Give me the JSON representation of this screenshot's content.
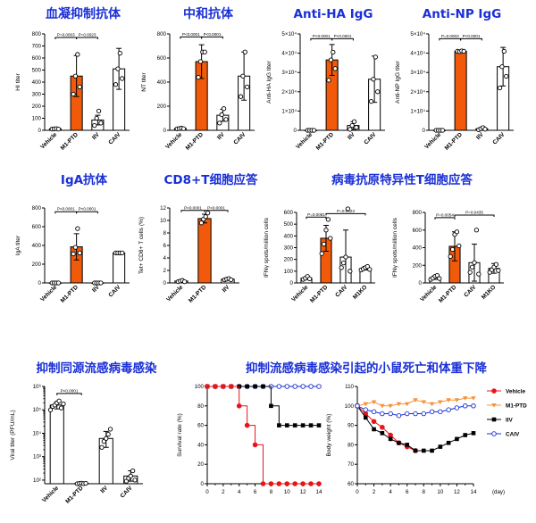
{
  "headings": {
    "hi": "血凝抑制抗体",
    "nt": "中和抗体",
    "ha": "Anti-HA IgG",
    "np": "Anti-NP IgG",
    "iga": "IgA抗体",
    "cd8": "CD8+T细胞应答",
    "tcell": "病毒抗原特异性T细胞应答",
    "titer": "抑制同源流感病毒感染",
    "surv": "抑制流感病毒感染引起的小鼠死亡和体重下降"
  },
  "colors": {
    "orange": "#f05a0a",
    "red": "#e8141b",
    "orange_tri": "#f7923a",
    "black": "#000000",
    "blue": "#1a2fd6"
  },
  "chart_data": [
    {
      "id": "hi",
      "type": "bar",
      "categories": [
        "Vehicle",
        "M1-PTD",
        "IIV",
        "CAIV"
      ],
      "values": [
        12,
        450,
        85,
        510
      ],
      "errors": [
        2,
        170,
        40,
        170
      ],
      "points": [
        [
          10,
          12,
          14,
          10
        ],
        [
          300,
          450,
          630,
          360
        ],
        [
          40,
          100,
          160,
          60
        ],
        [
          380,
          510,
          640,
          430
        ]
      ],
      "fills": [
        "#ffffff",
        "#f05a0a",
        "#ffffff",
        "#ffffff"
      ],
      "ylabel": "HI titer",
      "yticks": [
        {
          "v": 0,
          "t": "0"
        },
        {
          "v": 100,
          "t": "100"
        },
        {
          "v": 200,
          "t": "200"
        },
        {
          "v": 300,
          "t": "300"
        },
        {
          "v": 400,
          "t": "400"
        },
        {
          "v": 500,
          "t": "500"
        },
        {
          "v": 600,
          "t": "600"
        },
        {
          "v": 700,
          "t": "700"
        },
        {
          "v": 800,
          "t": "800"
        }
      ],
      "ylim": [
        0,
        800
      ],
      "sig": [
        {
          "a": 0,
          "b": 1,
          "y": 770,
          "t": "P=0.0003"
        },
        {
          "a": 1,
          "b": 2,
          "y": 770,
          "t": "P=0.0023"
        }
      ]
    },
    {
      "id": "nt",
      "type": "bar",
      "categories": [
        "Vehicle",
        "M1-PTD",
        "IIV",
        "CAIV"
      ],
      "values": [
        15,
        570,
        125,
        450
      ],
      "errors": [
        3,
        140,
        50,
        200
      ],
      "points": [
        [
          12,
          15,
          18,
          14
        ],
        [
          440,
          570,
          650,
          650
        ],
        [
          60,
          130,
          180,
          90
        ],
        [
          280,
          450,
          650,
          360
        ]
      ],
      "fills": [
        "#ffffff",
        "#f05a0a",
        "#ffffff",
        "#ffffff"
      ],
      "ylabel": "NT titer",
      "yticks": [
        {
          "v": 0,
          "t": "0"
        },
        {
          "v": 200,
          "t": "200"
        },
        {
          "v": 400,
          "t": "400"
        },
        {
          "v": 600,
          "t": "600"
        },
        {
          "v": 800,
          "t": "800"
        }
      ],
      "ylim": [
        0,
        800
      ],
      "sig": [
        {
          "a": 0,
          "b": 1,
          "y": 775,
          "t": "P<0.0001"
        },
        {
          "a": 1,
          "b": 2,
          "y": 775,
          "t": "P<0.0001"
        }
      ]
    },
    {
      "id": "ha",
      "type": "bar",
      "categories": [
        "Vehicle",
        "M1-PTD",
        "IIV",
        "CAIV"
      ],
      "values": [
        0,
        36500,
        2500,
        26500
      ],
      "errors": [
        0,
        8000,
        2000,
        12000
      ],
      "points": [
        [
          0,
          0,
          0,
          0
        ],
        [
          26000,
          36500,
          40500,
          32000
        ],
        [
          500,
          2500,
          4500,
          1500
        ],
        [
          15000,
          26500,
          38000,
          20000
        ]
      ],
      "fills": [
        "#ffffff",
        "#f05a0a",
        "#ffffff",
        "#ffffff"
      ],
      "ylabel": "Anti-HA IgG titer",
      "yticks": [
        {
          "v": 0,
          "t": "0"
        },
        {
          "v": 10000,
          "t": "1×10⁴"
        },
        {
          "v": 20000,
          "t": "2×10⁴"
        },
        {
          "v": 30000,
          "t": "3×10⁴"
        },
        {
          "v": 40000,
          "t": "4×10⁴"
        },
        {
          "v": 50000,
          "t": "5×10⁴"
        }
      ],
      "ylim": [
        0,
        50000
      ],
      "sig": [
        {
          "a": 0,
          "b": 1,
          "y": 47500,
          "t": "P<0.0001"
        },
        {
          "a": 1,
          "b": 2,
          "y": 47500,
          "t": "P<0.0001"
        }
      ]
    },
    {
      "id": "np",
      "type": "bar",
      "categories": [
        "Vehicle",
        "M1-PTD",
        "IIV",
        "CAIV"
      ],
      "values": [
        0,
        41000,
        800,
        33000
      ],
      "errors": [
        0,
        400,
        600,
        10000
      ],
      "points": [
        [
          0,
          0,
          0,
          0
        ],
        [
          41000,
          40800,
          41200,
          41000
        ],
        [
          300,
          800,
          1400,
          600
        ],
        [
          22000,
          33000,
          41000,
          28000
        ]
      ],
      "fills": [
        "#ffffff",
        "#f05a0a",
        "#ffffff",
        "#ffffff"
      ],
      "ylabel": "Anti-NP IgG titer",
      "yticks": [
        {
          "v": 0,
          "t": "0"
        },
        {
          "v": 10000,
          "t": "1×10⁴"
        },
        {
          "v": 20000,
          "t": "2×10⁴"
        },
        {
          "v": 30000,
          "t": "3×10⁴"
        },
        {
          "v": 40000,
          "t": "4×10⁴"
        },
        {
          "v": 50000,
          "t": "5×10⁴"
        }
      ],
      "ylim": [
        0,
        50000
      ],
      "sig": [
        {
          "a": 0,
          "b": 1,
          "y": 47500,
          "t": "P=0.0003"
        },
        {
          "a": 1,
          "b": 2,
          "y": 47500,
          "t": "P<0.0001"
        }
      ]
    },
    {
      "id": "iga",
      "type": "bar",
      "categories": [
        "Vehicle",
        "M1-PTD",
        "IIV",
        "CAIV"
      ],
      "values": [
        0,
        385,
        0,
        320
      ],
      "errors": [
        0,
        140,
        0,
        3
      ],
      "points": [
        [
          0,
          0,
          0,
          0
        ],
        [
          310,
          380,
          580,
          320
        ],
        [
          0,
          0,
          0,
          0
        ],
        [
          320,
          320,
          320,
          320
        ]
      ],
      "fills": [
        "#ffffff",
        "#f05a0a",
        "#ffffff",
        "#ffffff"
      ],
      "ylabel": "IgA titer",
      "yticks": [
        {
          "v": 0,
          "t": "0"
        },
        {
          "v": 200,
          "t": "200"
        },
        {
          "v": 400,
          "t": "400"
        },
        {
          "v": 600,
          "t": "600"
        },
        {
          "v": 800,
          "t": "800"
        }
      ],
      "ylim": [
        0,
        800
      ],
      "sig": [
        {
          "a": 0,
          "b": 1,
          "y": 760,
          "t": "P<0.0001"
        },
        {
          "a": 1,
          "b": 2,
          "y": 760,
          "t": "P<0.0001"
        }
      ]
    },
    {
      "id": "cd8",
      "type": "bar",
      "categories": [
        "Vehicle",
        "M1-PTD",
        "IIV"
      ],
      "values": [
        0.3,
        10.3,
        0.6
      ],
      "errors": [
        0.1,
        0.7,
        0.1
      ],
      "points": [
        [
          0.2,
          0.3,
          0.4,
          0.2
        ],
        [
          9.6,
          10.2,
          10.6,
          11.2
        ],
        [
          0.5,
          0.6,
          0.7,
          0.5
        ]
      ],
      "fills": [
        "#ffffff",
        "#f05a0a",
        "#ffffff"
      ],
      "ylabel": "Tet+ CD8+ T cells (%)",
      "yticks": [
        {
          "v": 0,
          "t": "0"
        },
        {
          "v": 2,
          "t": "2"
        },
        {
          "v": 4,
          "t": "4"
        },
        {
          "v": 6,
          "t": "6"
        },
        {
          "v": 8,
          "t": "8"
        },
        {
          "v": 10,
          "t": "10"
        },
        {
          "v": 12,
          "t": "12"
        }
      ],
      "ylim": [
        0,
        12
      ],
      "sig": [
        {
          "a": 0,
          "b": 1,
          "y": 11.6,
          "t": "P<0.0001"
        },
        {
          "a": 1,
          "b": 2,
          "y": 11.6,
          "t": "P<0.0001"
        }
      ]
    },
    {
      "id": "ifn1",
      "type": "bar",
      "categories": [
        "Vehicle",
        "M1-PTD",
        "CAIV",
        "M1KO"
      ],
      "values": [
        40,
        380,
        220,
        125
      ],
      "errors": [
        10,
        110,
        230,
        15
      ],
      "points": [
        [
          30,
          40,
          55,
          35
        ],
        [
          250,
          330,
          450,
          540,
          380
        ],
        [
          130,
          170,
          220,
          630,
          100
        ],
        [
          110,
          120,
          130,
          140,
          115
        ]
      ],
      "fills": [
        "#ffffff",
        "#f05a0a",
        "#ffffff",
        "#ffffff"
      ],
      "ylabel": "IFNγ spots/million cells",
      "yticks": [
        {
          "v": 0,
          "t": "0"
        },
        {
          "v": 100,
          "t": "100"
        },
        {
          "v": 200,
          "t": "200"
        },
        {
          "v": 300,
          "t": "300"
        },
        {
          "v": 400,
          "t": "400"
        },
        {
          "v": 500,
          "t": "500"
        },
        {
          "v": 600,
          "t": "600"
        }
      ],
      "ylim": [
        0,
        600
      ],
      "sig": [
        {
          "a": 0,
          "b": 1,
          "y": 560,
          "t": "P=0.0081"
        },
        {
          "a": 1,
          "b": 3,
          "y": 590,
          "t": "P=0.0423"
        }
      ]
    },
    {
      "id": "ifn2",
      "type": "bar",
      "categories": [
        "Vehicle",
        "M1-PTD",
        "CAIV",
        "M1KO"
      ],
      "values": [
        60,
        415,
        230,
        165
      ],
      "errors": [
        20,
        165,
        210,
        55
      ],
      "points": [
        [
          40,
          55,
          75,
          85,
          50
        ],
        [
          300,
          380,
          550,
          580,
          420
        ],
        [
          120,
          180,
          230,
          600,
          100
        ],
        [
          120,
          150,
          180,
          210,
          140
        ]
      ],
      "fills": [
        "#ffffff",
        "#f05a0a",
        "#ffffff",
        "#ffffff"
      ],
      "ylabel": "IFNγ spots/million cells",
      "yticks": [
        {
          "v": 0,
          "t": "0"
        },
        {
          "v": 200,
          "t": "200"
        },
        {
          "v": 400,
          "t": "400"
        },
        {
          "v": 600,
          "t": "600"
        },
        {
          "v": 800,
          "t": "800"
        }
      ],
      "ylim": [
        0,
        800
      ],
      "sig": [
        {
          "a": 0,
          "b": 1,
          "y": 740,
          "t": "P=0.0054"
        },
        {
          "a": 1,
          "b": 3,
          "y": 770,
          "t": "P=0.0435"
        }
      ]
    },
    {
      "id": "viral",
      "type": "bar",
      "scale": "log",
      "categories": [
        "Vehicle",
        "M1-PTD",
        "IIV",
        "CAIV"
      ],
      "values": [
        160000,
        72,
        6000,
        150
      ],
      "errors_log": [
        [
          110000,
          220000
        ],
        [
          70,
          75
        ],
        [
          2500,
          12000
        ],
        [
          90,
          250
        ]
      ],
      "points": [
        [
          100000,
          140000,
          160000,
          200000,
          240000,
          120000,
          180000
        ],
        [
          70,
          72,
          74,
          71,
          73
        ],
        [
          2500,
          4500,
          6000,
          9000,
          15000
        ],
        [
          90,
          120,
          150,
          250,
          100
        ]
      ],
      "fills": [
        "#ffffff",
        "#ffffff",
        "#ffffff",
        "#ffffff"
      ],
      "ylabel": "Viral titer (PFU/mL)",
      "yticks": [
        {
          "v": 100,
          "t": "10²"
        },
        {
          "v": 1000,
          "t": "10³"
        },
        {
          "v": 10000,
          "t": "10⁴"
        },
        {
          "v": 100000,
          "t": "10⁵"
        },
        {
          "v": 1000000,
          "t": "10⁶"
        }
      ],
      "ylim": [
        70,
        1000000
      ],
      "sig": [
        {
          "a": 0,
          "b": 1,
          "y": 500000,
          "t": "P<0.0001"
        }
      ]
    },
    {
      "id": "survival",
      "type": "line",
      "ylabel": "Survival rate (%)",
      "xticks": [
        0,
        2,
        4,
        6,
        8,
        10,
        12,
        14
      ],
      "yticks": [
        0,
        20,
        40,
        60,
        80,
        100
      ],
      "xlim": [
        0,
        14
      ],
      "ylim": [
        0,
        100
      ],
      "series": [
        {
          "x": [
            0,
            1,
            2,
            3,
            4,
            5,
            6,
            7,
            8,
            9,
            10,
            11,
            12,
            13,
            14
          ],
          "y": [
            100,
            100,
            100,
            100,
            100,
            100,
            100,
            100,
            100,
            100,
            100,
            100,
            100,
            100,
            100
          ],
          "color": "#f7923a",
          "marker": "triangle"
        },
        {
          "x": [
            0,
            1,
            2,
            3,
            4,
            5,
            6,
            7,
            8,
            9,
            10,
            11,
            12,
            13,
            14
          ],
          "y": [
            100,
            100,
            100,
            100,
            100,
            100,
            100,
            100,
            100,
            100,
            100,
            100,
            100,
            100,
            100
          ],
          "color": "#1a2fd6",
          "marker": "circle-open"
        },
        {
          "x": [
            0,
            1,
            2,
            3,
            4,
            5,
            6,
            7,
            8,
            9,
            10,
            11,
            12,
            13,
            14
          ],
          "y": [
            100,
            100,
            100,
            100,
            100,
            100,
            100,
            100,
            80,
            60,
            60,
            60,
            60,
            60,
            60
          ],
          "color": "#000000",
          "marker": "square",
          "step": true
        },
        {
          "x": [
            0,
            1,
            2,
            3,
            4,
            5,
            6,
            7,
            8,
            9,
            10,
            11,
            12,
            13,
            14
          ],
          "y": [
            100,
            100,
            100,
            100,
            80,
            60,
            40,
            0,
            0,
            0,
            0,
            0,
            0,
            0,
            0
          ],
          "color": "#e8141b",
          "marker": "circle",
          "step": true
        }
      ]
    },
    {
      "id": "weight",
      "type": "line",
      "ylabel": "Body weight (%)",
      "xlabel": "(day)",
      "xticks": [
        0,
        2,
        4,
        6,
        8,
        10,
        12,
        14
      ],
      "yticks": [
        60,
        70,
        80,
        90,
        100,
        110
      ],
      "xlim": [
        0,
        14
      ],
      "ylim": [
        60,
        110
      ],
      "series": [
        {
          "name": "Vehicle",
          "x": [
            0,
            1,
            2,
            3,
            4,
            5,
            6,
            7
          ],
          "y": [
            100,
            96,
            92,
            89,
            85,
            81,
            79,
            77
          ],
          "color": "#e8141b",
          "marker": "circle"
        },
        {
          "name": "M1-PTD",
          "x": [
            0,
            1,
            2,
            3,
            4,
            5,
            6,
            7,
            8,
            9,
            10,
            11,
            12,
            13,
            14
          ],
          "y": [
            100,
            101,
            102,
            100,
            100,
            101,
            101,
            103,
            102,
            101,
            102,
            103,
            103,
            104,
            104
          ],
          "color": "#f7923a",
          "marker": "triangle"
        },
        {
          "name": "IIV",
          "x": [
            0,
            1,
            2,
            3,
            4,
            5,
            6,
            7,
            8,
            9,
            10,
            11,
            12,
            13,
            14
          ],
          "y": [
            100,
            94,
            88,
            86,
            83,
            81,
            80,
            77,
            77,
            77,
            79,
            81,
            83,
            85,
            86
          ],
          "color": "#000000",
          "marker": "square"
        },
        {
          "name": "CAIV",
          "x": [
            0,
            1,
            2,
            3,
            4,
            5,
            6,
            7,
            8,
            9,
            10,
            11,
            12,
            13,
            14
          ],
          "y": [
            100,
            98,
            97,
            96,
            96,
            95,
            96,
            96,
            96,
            97,
            97,
            98,
            99,
            100,
            100
          ],
          "color": "#1a2fd6",
          "marker": "circle-open"
        }
      ]
    }
  ]
}
